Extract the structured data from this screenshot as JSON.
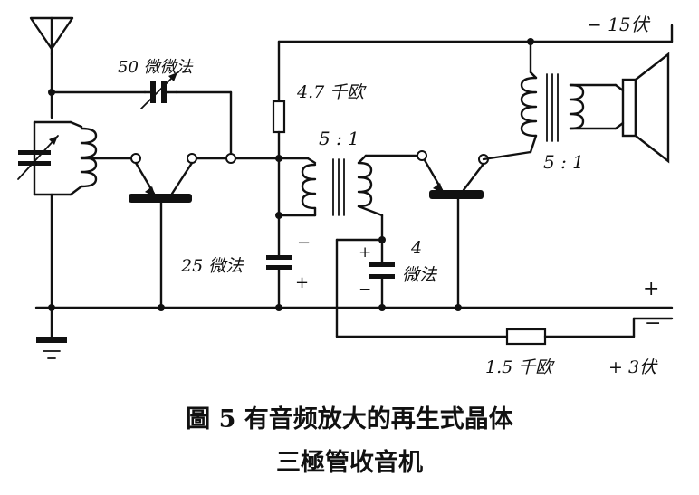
{
  "labels": {
    "supply_top": "− 15伏",
    "cap_50": "50 微微法",
    "res_47k": "4.7 千欧",
    "ratio_1": "5 : 1",
    "ratio_2": "5 : 1",
    "cap_25": "25 微法",
    "cap_4_value": "4",
    "cap_4_unit": "微法",
    "res_15k": "1.5 千欧",
    "supply_bottom": "+ 3伏",
    "plus_right": "+",
    "minus_right": "−",
    "cap25_minus": "−",
    "cap25_plus": "+",
    "cap4_plus": "+",
    "cap4_minus": "−"
  },
  "caption": {
    "line1": "圖 5   有音频放大的再生式晶体",
    "line2": "三極管收音机"
  }
}
